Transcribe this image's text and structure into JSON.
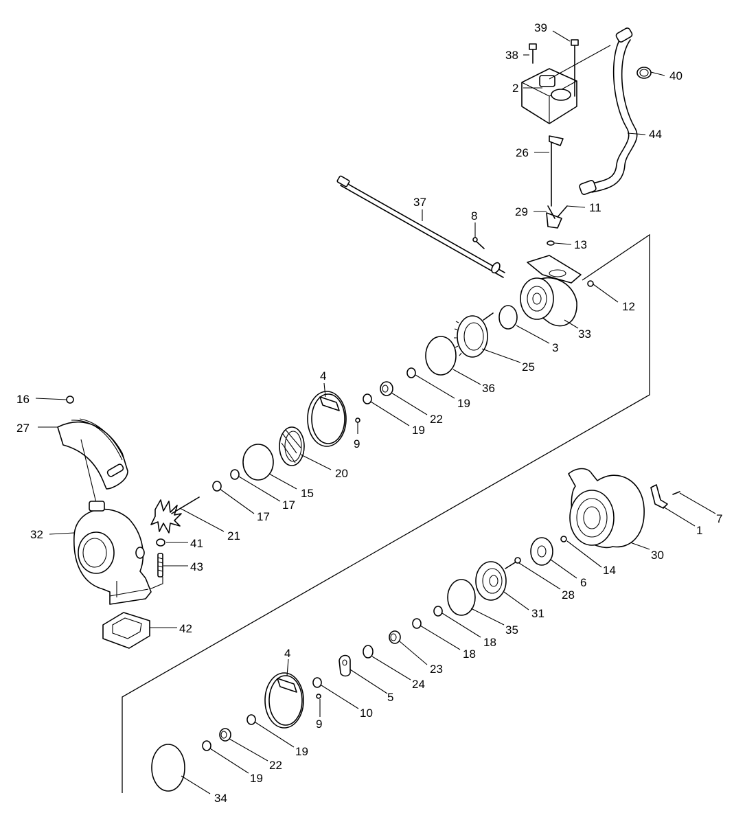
{
  "labels": {
    "p1": "1",
    "p2": "2",
    "p3": "3",
    "p4a": "4",
    "p4b": "4",
    "p5": "5",
    "p6": "6",
    "p7": "7",
    "p8": "8",
    "p9a": "9",
    "p9b": "9",
    "p10": "10",
    "p11": "11",
    "p12": "12",
    "p13": "13",
    "p14": "14",
    "p15": "15",
    "p16": "16",
    "p17a": "17",
    "p17b": "17",
    "p18a": "18",
    "p18b": "18",
    "p19a": "19",
    "p19b": "19",
    "p19c": "19",
    "p19d": "19",
    "p20": "20",
    "p21": "21",
    "p22a": "22",
    "p22b": "22",
    "p23": "23",
    "p24": "24",
    "p25": "25",
    "p26": "26",
    "p27": "27",
    "p28": "28",
    "p29": "29",
    "p30": "30",
    "p31": "31",
    "p32": "32",
    "p33": "33",
    "p34": "34",
    "p35": "35",
    "p36": "36",
    "p37": "37",
    "p38": "38",
    "p39": "39",
    "p40": "40",
    "p41": "41",
    "p42": "42",
    "p43": "43",
    "p44": "44"
  }
}
